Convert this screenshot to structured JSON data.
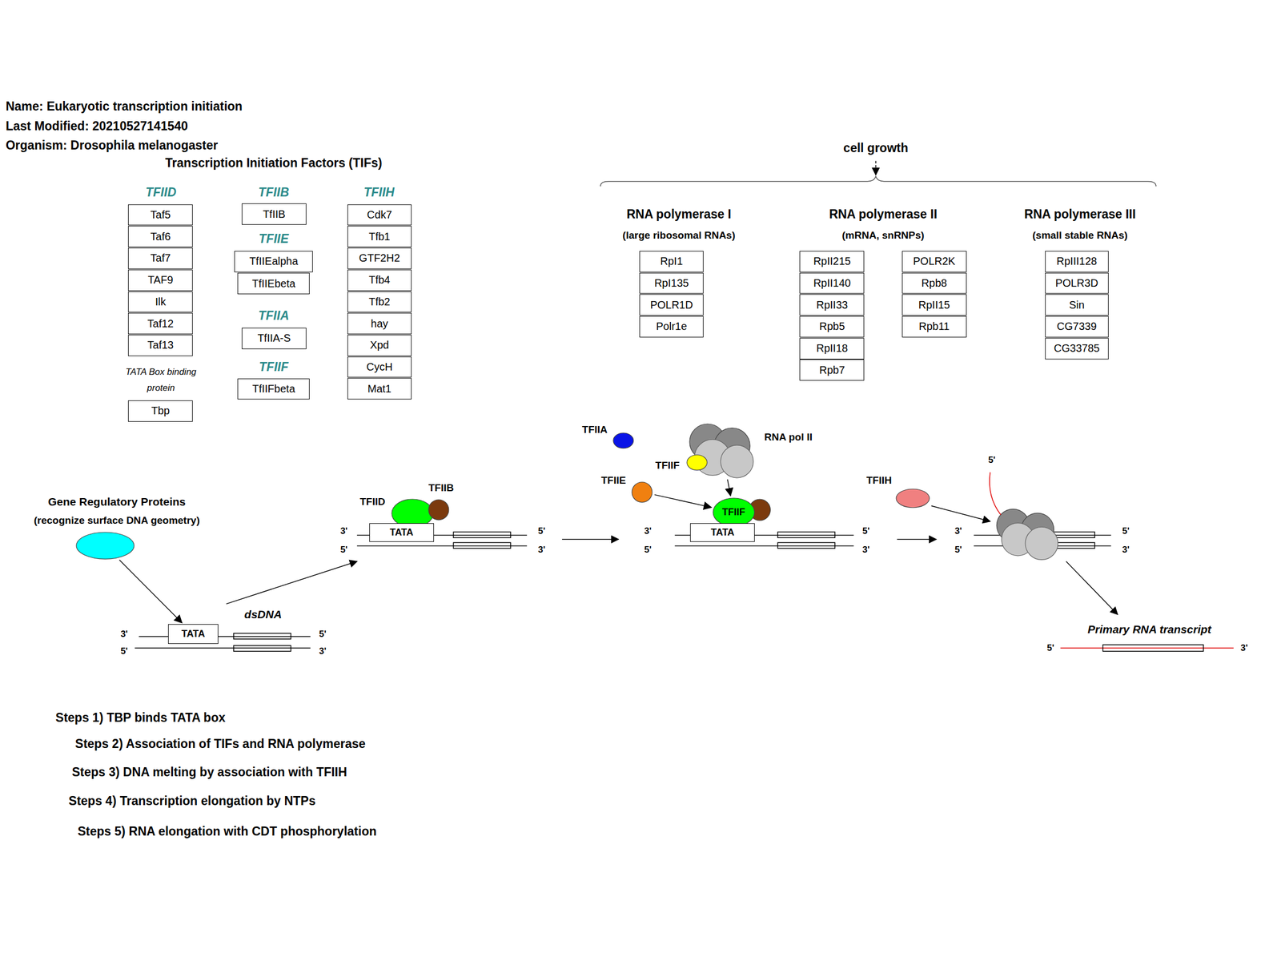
{
  "diagram": {
    "title": "Name: Eukaryotic transcription initiation",
    "nodes": [
      {
        "text": [
          "Taf5"
        ]
      },
      {
        "text": [
          "Taf6"
        ]
      },
      {
        "text": [
          "Taf7"
        ]
      },
      {
        "text": [
          "TAF9"
        ]
      },
      {
        "text": [
          "Ilk"
        ]
      },
      {
        "text": [
          "Taf12"
        ]
      },
      {
        "text": [
          "Taf13"
        ]
      },
      {
        "text": [
          "Tbp"
        ]
      },
      {
        "text": [
          "TfIIB"
        ]
      },
      {
        "text": [
          "TfIIEalpha"
        ]
      },
      {
        "text": [
          "TfIIEbeta"
        ]
      },
      {
        "text": [
          "TfIIA-S"
        ]
      },
      {
        "text": [
          "TfIIFbeta"
        ]
      },
      {
        "text": [
          "Cdk7"
        ]
      },
      {
        "text": [
          "Tfb1"
        ]
      },
      {
        "text": [
          "GTF2H2"
        ]
      },
      {
        "text": [
          "Tfb4"
        ]
      },
      {
        "text": [
          "Tfb2"
        ]
      },
      {
        "text": [
          "hay"
        ]
      },
      {
        "text": [
          "Xpd"
        ]
      },
      {
        "text": [
          "CycH"
        ]
      },
      {
        "text": [
          "Mat1"
        ]
      },
      {
        "text": [
          "RpI1"
        ]
      },
      {
        "text": [
          "RpI135"
        ]
      },
      {
        "text": [
          "POLR1D"
        ]
      },
      {
        "text": [
          "Polr1e"
        ]
      },
      {
        "text": [
          "RpII215"
        ]
      },
      {
        "text": [
          "RpII140"
        ]
      },
      {
        "text": [
          "RpII33"
        ]
      },
      {
        "text": [
          "Rpb5"
        ]
      },
      {
        "text": [
          "RpII18"
        ]
      },
      {
        "text": [
          "Rpb7"
        ]
      },
      {
        "text": [
          "POLR2K"
        ]
      },
      {
        "text": [
          "Rpb8"
        ]
      },
      {
        "text": [
          "RpII15"
        ]
      },
      {
        "text": [
          "Rpb11"
        ]
      },
      {
        "text": [
          "RpIII128"
        ]
      },
      {
        "text": [
          "POLR3D"
        ]
      },
      {
        "text": [
          "Sin"
        ]
      },
      {
        "text": [
          "CG7339"
        ]
      },
      {
        "text": [
          "CG33785"
        ]
      },
      {
        "text": [
          "Gene Regulatory Proteins",
          "(recognize surface DNA geometry)"
        ]
      },
      {
        "text": [
          "TATA"
        ]
      },
      {
        "text": [
          "TFIID"
        ]
      },
      {
        "text": [
          "TFIIB"
        ]
      },
      {
        "text": [
          "TATA"
        ]
      },
      {
        "text": [
          "TFIIA"
        ]
      },
      {
        "text": [
          "RNA pol II"
        ]
      },
      {
        "text": [
          "TFIIF"
        ],
        "in": 47
      },
      {
        "text": [
          "TFIIE"
        ]
      },
      {
        "text": [
          "TFIIF"
        ]
      },
      {
        "text": [
          "TATA"
        ]
      },
      {
        "text": [
          "TFIIH"
        ]
      }
    ],
    "edges": [
      {
        "from": 41,
        "to": 42,
        "arrow": "to"
      },
      {
        "from": 49,
        "to": 50,
        "arrow": "to"
      },
      {
        "from": 47,
        "to": 50,
        "arrow": "to"
      }
    ],
    "labels": [
      "Last Modified: 20210527141540",
      "Organism: Drosophila melanogaster",
      "Transcription Initiation Factors (TIFs)",
      "TFIID",
      "TFIIB",
      "TFIIE",
      "TFIIA",
      "TFIIF",
      "TFIIH",
      "TATA Box binding protein",
      "cell growth",
      "RNA polymerase I",
      "(large ribosomal RNAs)",
      "RNA polymerase II",
      "(mRNA, snRNPs)",
      "RNA polymerase III",
      "(small stable RNAs)",
      "dsDNA",
      "3'",
      "5'",
      "5'",
      "3'",
      "3'",
      "5'",
      "5'",
      "3'",
      "3'",
      "5'",
      "5'",
      "3'",
      "3'",
      "5'",
      "5'",
      "3'",
      "5'",
      "Primary RNA transcript",
      "5'",
      "3'",
      "Steps 1) TBP binds TATA box",
      "Steps 2) Association of TIFs and RNA polymerase",
      "Steps 3) DNA melting by association with TFIIH",
      "Steps 4) Transcription elongation by NTPs",
      "Steps 5) RNA elongation with CDT phosphorylation"
    ]
  }
}
